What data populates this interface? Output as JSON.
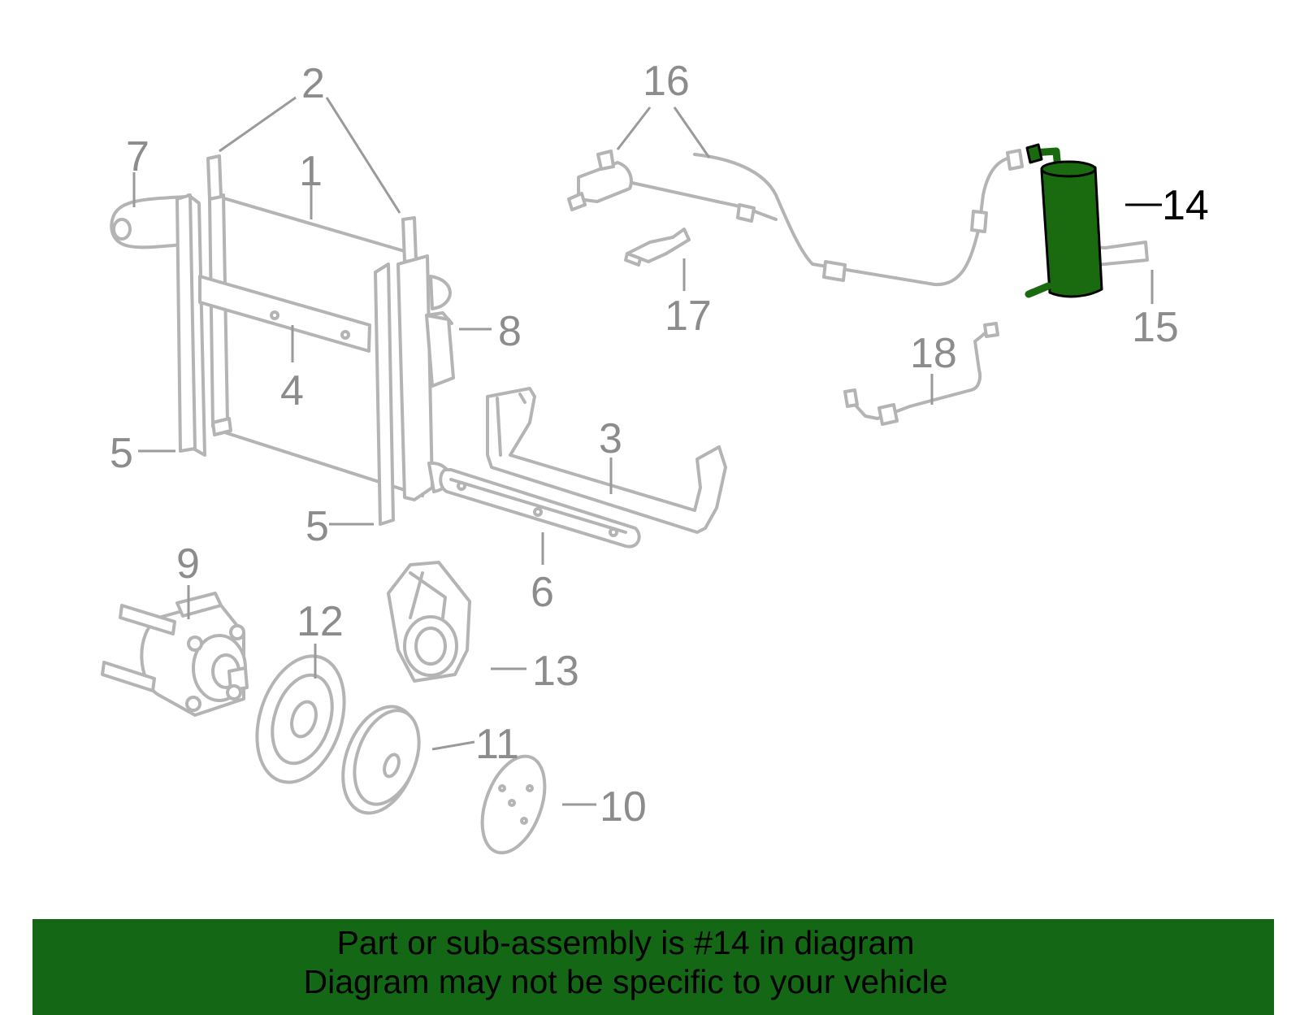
{
  "diagram": {
    "callouts": [
      {
        "id": "1",
        "label": "1"
      },
      {
        "id": "2",
        "label": "2"
      },
      {
        "id": "3",
        "label": "3"
      },
      {
        "id": "4",
        "label": "4"
      },
      {
        "id": "5a",
        "label": "5"
      },
      {
        "id": "5b",
        "label": "5"
      },
      {
        "id": "6",
        "label": "6"
      },
      {
        "id": "7",
        "label": "7"
      },
      {
        "id": "8",
        "label": "8"
      },
      {
        "id": "9",
        "label": "9"
      },
      {
        "id": "10",
        "label": "10"
      },
      {
        "id": "11",
        "label": "11"
      },
      {
        "id": "12",
        "label": "12"
      },
      {
        "id": "13",
        "label": "13"
      },
      {
        "id": "14",
        "label": "14"
      },
      {
        "id": "15",
        "label": "15"
      },
      {
        "id": "16",
        "label": "16"
      },
      {
        "id": "17",
        "label": "17"
      },
      {
        "id": "18",
        "label": "18"
      }
    ],
    "highlighted_part": "14",
    "colors": {
      "highlight": "#1a6a10",
      "banner": "#146714",
      "part_line": "#b4b4b4",
      "callout_text": "#8c8c8c"
    }
  },
  "banner": {
    "line1": "Part or sub-assembly is #14 in diagram",
    "line2": "Diagram may not be specific to your vehicle"
  }
}
